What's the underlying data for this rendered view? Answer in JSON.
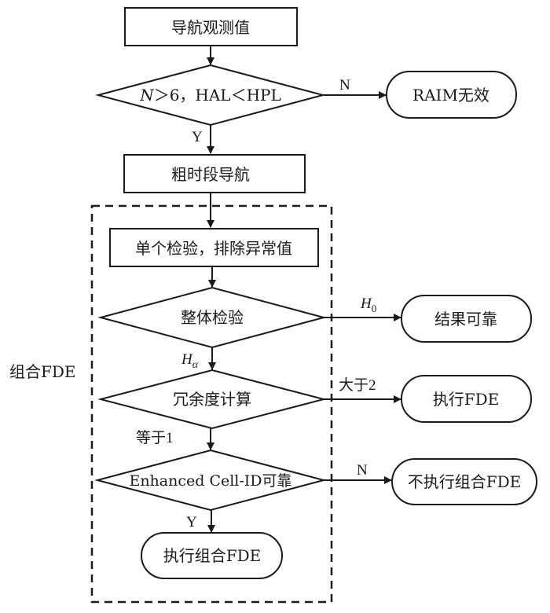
{
  "diagram": {
    "group_label": "组合FDE",
    "nodes": {
      "observation": "导航观测值",
      "raim_check": {
        "var": "N",
        "rest": "＞6，HAL＜HPL"
      },
      "raim_invalid": "RAIM无效",
      "coarse_nav": "粗时段导航",
      "single_test": "单个检验，排除异常值",
      "global_test": "整体检验",
      "result_reliable": "结果可靠",
      "redundancy": "冗余度计算",
      "exec_fde": "执行FDE",
      "ecid_check": "Enhanced Cell-ID可靠",
      "no_combined_fde": "不执行组合FDE",
      "combined_fde": "执行组合FDE"
    },
    "edges": {
      "raim_no": "N",
      "raim_yes": "Y",
      "h0_main": "H",
      "h0_sub": "0",
      "ha_main": "H",
      "ha_sub": "α",
      "greater_2": "大于2",
      "equal_1": "等于1",
      "ecid_no": "N",
      "ecid_yes": "Y"
    }
  }
}
